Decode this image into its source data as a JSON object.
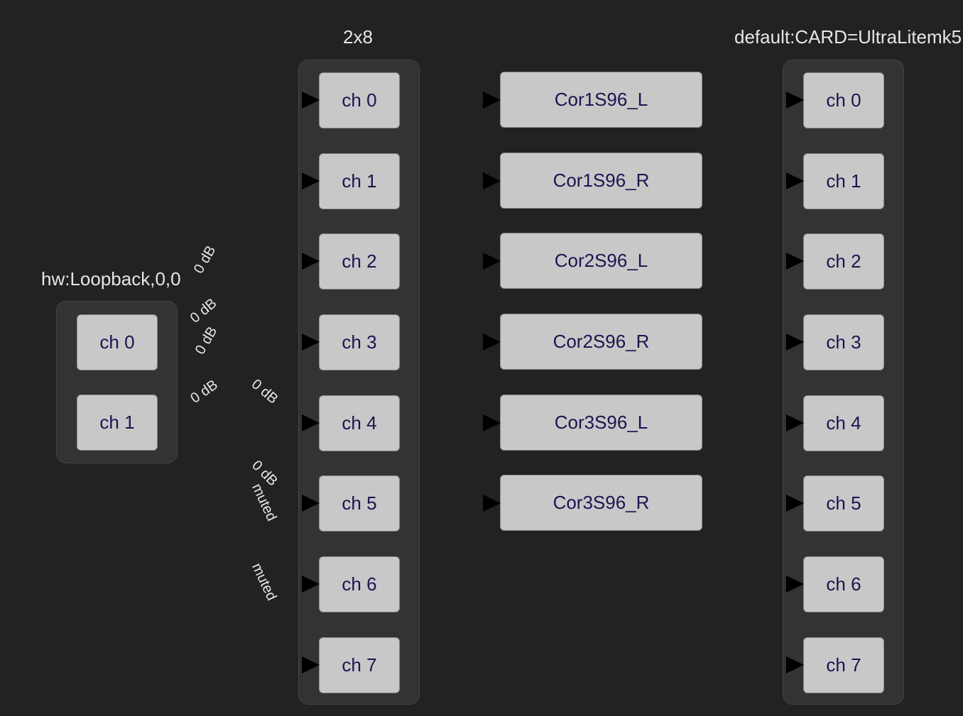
{
  "source": {
    "title": "hw:Loopback,0,0",
    "channels": [
      "ch 0",
      "ch 1"
    ]
  },
  "mixer": {
    "title": "2x8",
    "channels": [
      "ch 0",
      "ch 1",
      "ch 2",
      "ch 3",
      "ch 4",
      "ch 5",
      "ch 6",
      "ch 7"
    ]
  },
  "filters": {
    "items": [
      "Cor1S96_L",
      "Cor1S96_R",
      "Cor2S96_L",
      "Cor2S96_R",
      "Cor3S96_L",
      "Cor3S96_R"
    ]
  },
  "playback": {
    "title": "default:CARD=UltraLitemk5",
    "channels": [
      "ch 0",
      "ch 1",
      "ch 2",
      "ch 3",
      "ch 4",
      "ch 5",
      "ch 6",
      "ch 7"
    ]
  },
  "gains": [
    "0 dB",
    "0 dB",
    "0 dB",
    "0 dB",
    "0 dB",
    "0 dB",
    "muted",
    "muted"
  ],
  "colors": {
    "background": "#222222",
    "group_bg": "#333333",
    "channel_bg": "#c8c8c8",
    "channel_text": "#1c1450",
    "title_text": "#e6e6e6",
    "arrow": "#000000"
  }
}
